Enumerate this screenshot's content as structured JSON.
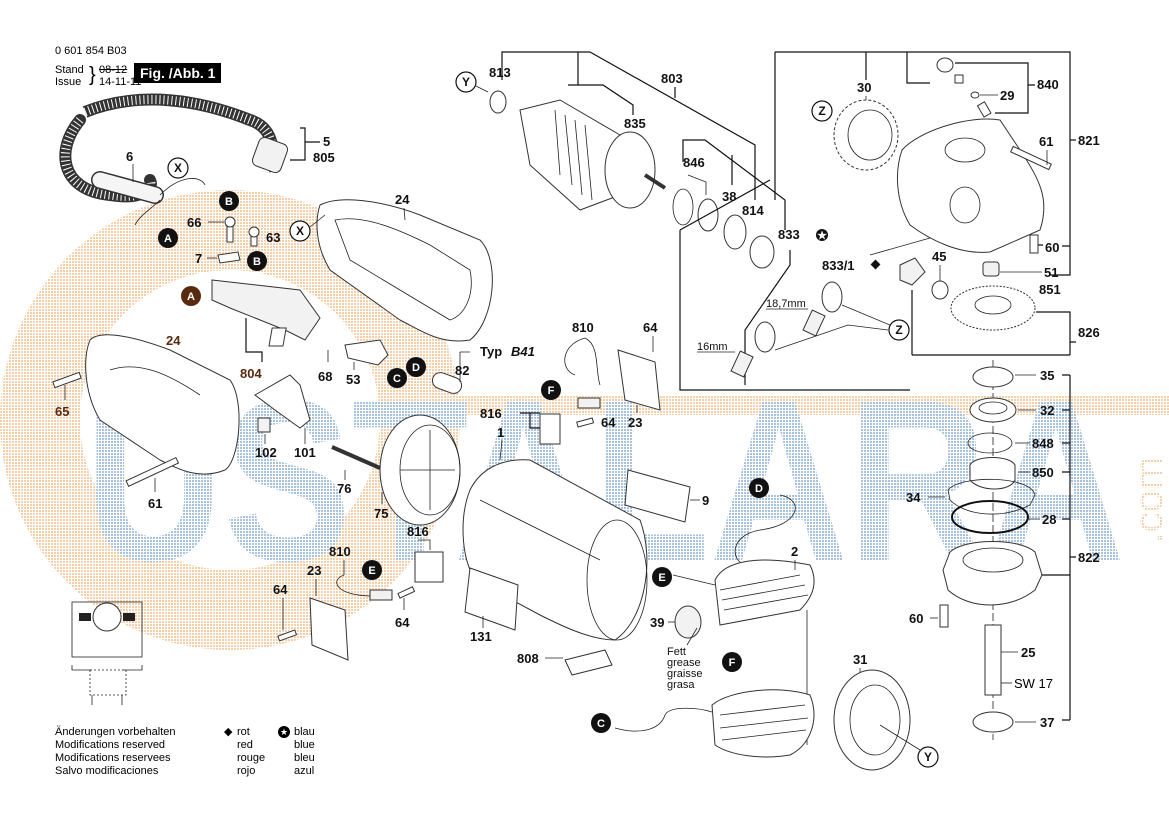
{
  "header": {
    "part_number": "0 601 854 B03",
    "stand_label": "Stand",
    "issue_label": "Issue",
    "stand_date": "08-12",
    "issue_date": "14-11-11",
    "figure_label": "Fig. /Abb. 1"
  },
  "legend": {
    "notes": [
      "Änderungen vorbehalten",
      "Modifications reserved",
      "Modifications reservees",
      "Salvo modificaciones"
    ],
    "red_symbol": "diamond-icon",
    "red": [
      "rot",
      "red",
      "rouge",
      "rojo"
    ],
    "blue_symbol": "star-circle-icon",
    "blue": [
      "blau",
      "blue",
      "bleu",
      "azul"
    ]
  },
  "watermark": {
    "text": "USTALARA",
    "suffix": ".com",
    "blue": "#a9c3de",
    "orange": "#f6cfa8"
  },
  "parts": {
    "p5": "5",
    "p805": "805",
    "p6": "6",
    "p66": "66",
    "p63": "63",
    "p7": "7",
    "p24a": "24",
    "p24b": "24",
    "p804": "804",
    "p65": "65",
    "p61a": "61",
    "p68": "68",
    "p53": "53",
    "p82": "82",
    "typ": "Typ",
    "typ_model": "B41",
    "p102": "102",
    "p101": "101",
    "p76": "76",
    "p75": "75",
    "p810a": "810",
    "p64a": "64",
    "p816a": "816",
    "p64b": "64",
    "p23a": "23",
    "p1": "1",
    "p9": "9",
    "p810b": "810",
    "p816b": "816",
    "p23b": "23",
    "p64c": "64",
    "p64d": "64",
    "p131": "131",
    "p808": "808",
    "p39": "39",
    "p2": "2",
    "p31": "31",
    "p813": "813",
    "p803": "803",
    "p835": "835",
    "p846": "846",
    "p38": "38",
    "p814": "814",
    "p833": "833",
    "p833_1": "833/1",
    "dim_187": "18,7mm",
    "dim_16": "16mm",
    "p30": "30",
    "p840": "840",
    "p29": "29",
    "p61b": "61",
    "p821": "821",
    "p60a": "60",
    "p45": "45",
    "p51": "51",
    "p851": "851",
    "p826": "826",
    "p35": "35",
    "p32": "32",
    "p848": "848",
    "p850": "850",
    "p34": "34",
    "p28": "28",
    "p822": "822",
    "p60b": "60",
    "p25": "25",
    "sw17": "SW 17",
    "p37": "37"
  },
  "grease_note": [
    "Fett",
    "grease",
    "graisse",
    "grasa"
  ],
  "callouts": {
    "A": "A",
    "B": "B",
    "C": "C",
    "D": "D",
    "E": "E",
    "F": "F",
    "X": "X",
    "Y": "Y",
    "Z": "Z"
  }
}
